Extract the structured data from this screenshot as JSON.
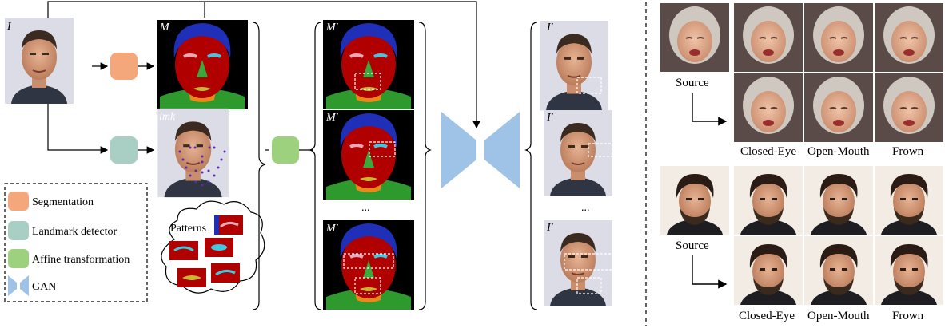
{
  "labels": {
    "input": "I",
    "mask": "M",
    "landmarks": "lmk",
    "edited_mask": "M′",
    "output": "I′",
    "patterns": "Patterns",
    "ellipsis": "..."
  },
  "legend": [
    {
      "label": "Segmentation",
      "color": "#f4a77a"
    },
    {
      "label": "Landmark detector",
      "color": "#a9cfc4"
    },
    {
      "label": "Affine transformation",
      "color": "#9dd17e"
    },
    {
      "label": "GAN",
      "color": "#9fc3e6"
    }
  ],
  "examples": [
    {
      "source_label": "Source",
      "columns": [
        "Closed-Eye",
        "Open-Mouth",
        "Frown"
      ]
    },
    {
      "source_label": "Source",
      "columns": [
        "Closed-Eye",
        "Open-Mouth",
        "Frown"
      ]
    }
  ],
  "colors": {
    "segmentation": "#f4a77a",
    "landmark": "#a9cfc4",
    "affine": "#9dd17e",
    "gan": "#9fc3e6",
    "mask_face": "#b00000",
    "mask_hair": "#1f2fb8",
    "mask_neck": "#e88a1a",
    "mask_shirt": "#2e9a2e"
  }
}
